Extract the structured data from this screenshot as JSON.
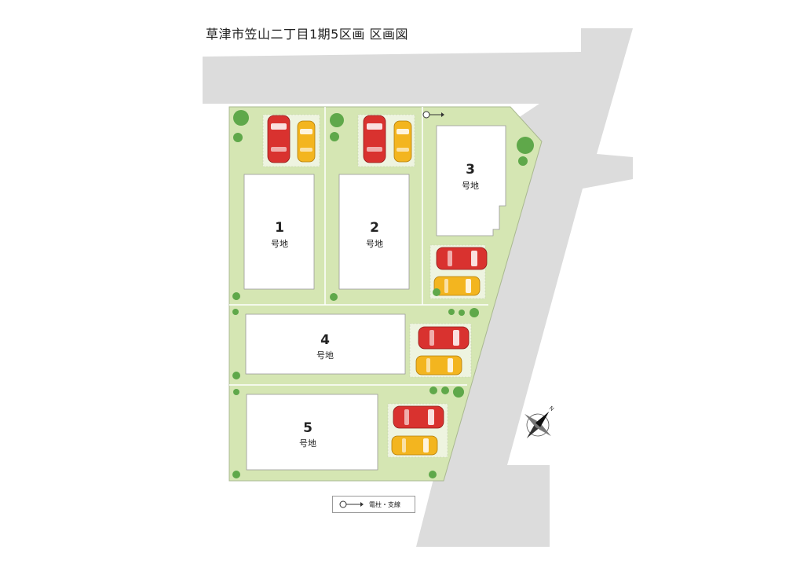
{
  "title": "草津市笠山二丁目1期5区画 区画図",
  "lots": [
    {
      "number": "1",
      "label": "号地"
    },
    {
      "number": "2",
      "label": "号地"
    },
    {
      "number": "3",
      "label": "号地"
    },
    {
      "number": "4",
      "label": "号地"
    },
    {
      "number": "5",
      "label": "号地"
    }
  ],
  "legend": {
    "utility_pole": "電柱・支線"
  },
  "icons": {
    "compass": "compass-rose-icon",
    "pole": "utility-pole-icon"
  },
  "colors": {
    "road": "#dcdcdc",
    "lot_green": "#d5e6b3",
    "tree": "#5fa84a",
    "car_red": "#d9322f",
    "car_yellow": "#f3b51f"
  }
}
